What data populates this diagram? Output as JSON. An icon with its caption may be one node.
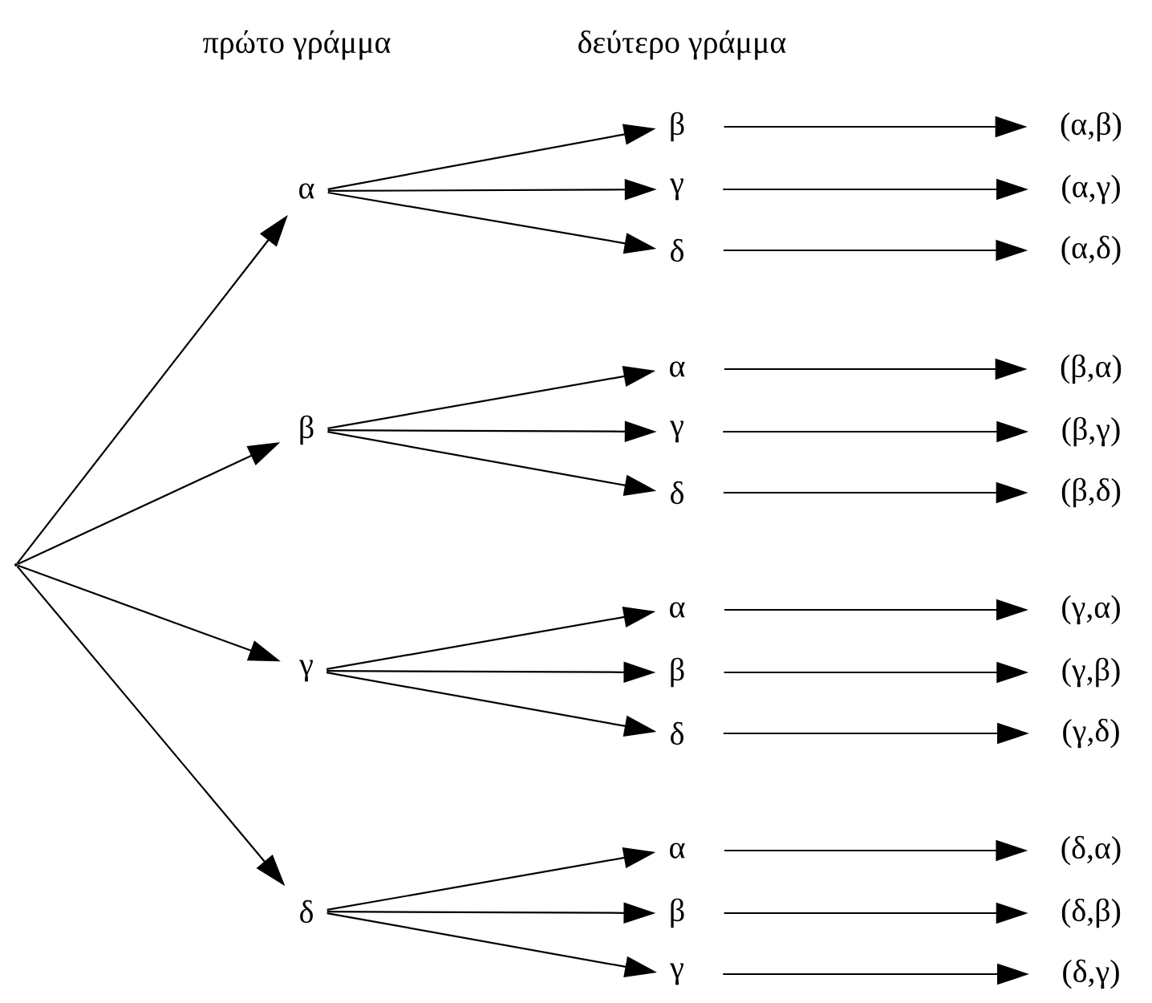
{
  "diagram": {
    "nodes": [
      {
        "text": [],
        "shape": "point"
      },
      {
        "text": [
          "α"
        ]
      },
      {
        "text": [
          "β"
        ]
      },
      {
        "text": [
          "γ"
        ]
      },
      {
        "text": [
          "δ"
        ]
      },
      {
        "text": [
          "β"
        ]
      },
      {
        "text": [
          "γ"
        ]
      },
      {
        "text": [
          "δ"
        ]
      },
      {
        "text": [
          "α"
        ]
      },
      {
        "text": [
          "γ"
        ]
      },
      {
        "text": [
          "δ"
        ]
      },
      {
        "text": [
          "α"
        ]
      },
      {
        "text": [
          "β"
        ]
      },
      {
        "text": [
          "δ"
        ]
      },
      {
        "text": [
          "α"
        ]
      },
      {
        "text": [
          "β"
        ]
      },
      {
        "text": [
          "γ"
        ]
      },
      {
        "text": [
          "(α,β)"
        ]
      },
      {
        "text": [
          "(α,γ)"
        ]
      },
      {
        "text": [
          "(α,δ)"
        ]
      },
      {
        "text": [
          "(β,α)"
        ]
      },
      {
        "text": [
          "(β,γ)"
        ]
      },
      {
        "text": [
          "(β,δ)"
        ]
      },
      {
        "text": [
          "(γ,α)"
        ]
      },
      {
        "text": [
          "(γ,β)"
        ]
      },
      {
        "text": [
          "(γ,δ)"
        ]
      },
      {
        "text": [
          "(δ,α)"
        ]
      },
      {
        "text": [
          "(δ,β)"
        ]
      },
      {
        "text": [
          "(δ,γ)"
        ]
      }
    ],
    "edges": [
      {
        "from": 0,
        "to": 1,
        "arrow": "to"
      },
      {
        "from": 0,
        "to": 2,
        "arrow": "to"
      },
      {
        "from": 0,
        "to": 3,
        "arrow": "to"
      },
      {
        "from": 0,
        "to": 4,
        "arrow": "to"
      },
      {
        "from": 1,
        "to": 5,
        "arrow": "to"
      },
      {
        "from": 1,
        "to": 6,
        "arrow": "to"
      },
      {
        "from": 1,
        "to": 7,
        "arrow": "to"
      },
      {
        "from": 2,
        "to": 8,
        "arrow": "to"
      },
      {
        "from": 2,
        "to": 9,
        "arrow": "to"
      },
      {
        "from": 2,
        "to": 10,
        "arrow": "to"
      },
      {
        "from": 3,
        "to": 11,
        "arrow": "to"
      },
      {
        "from": 3,
        "to": 12,
        "arrow": "to"
      },
      {
        "from": 3,
        "to": 13,
        "arrow": "to"
      },
      {
        "from": 4,
        "to": 14,
        "arrow": "to"
      },
      {
        "from": 4,
        "to": 15,
        "arrow": "to"
      },
      {
        "from": 4,
        "to": 16,
        "arrow": "to"
      },
      {
        "from": 5,
        "to": 17,
        "arrow": "to"
      },
      {
        "from": 6,
        "to": 18,
        "arrow": "to"
      },
      {
        "from": 7,
        "to": 19,
        "arrow": "to"
      },
      {
        "from": 8,
        "to": 20,
        "arrow": "to"
      },
      {
        "from": 9,
        "to": 21,
        "arrow": "to"
      },
      {
        "from": 10,
        "to": 22,
        "arrow": "to"
      },
      {
        "from": 11,
        "to": 23,
        "arrow": "to"
      },
      {
        "from": 12,
        "to": 24,
        "arrow": "to"
      },
      {
        "from": 13,
        "to": 25,
        "arrow": "to"
      },
      {
        "from": 14,
        "to": 26,
        "arrow": "to"
      },
      {
        "from": 15,
        "to": 27,
        "arrow": "to"
      },
      {
        "from": 16,
        "to": 28,
        "arrow": "to"
      }
    ],
    "labels": [
      "πρώτο γράμμα",
      "δεύτερο γράμμα"
    ]
  }
}
